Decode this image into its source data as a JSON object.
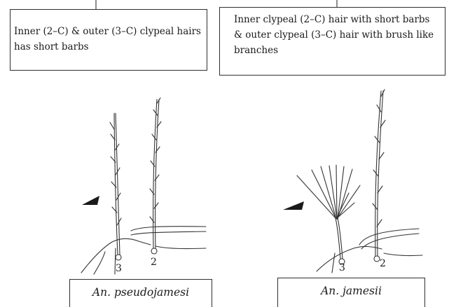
{
  "captions": {
    "left": {
      "line1": "Inner (2–C) & outer (3–C) clypeal hairs",
      "line2": "has short barbs"
    },
    "right": {
      "line1": "Inner clypeal (2–C) hair with short barbs",
      "line2": "& outer clypeal (3–C) hair with brush like",
      "line3": "branches"
    }
  },
  "species": {
    "left": "An. pseudojamesi",
    "right": "An. jamesii"
  },
  "hair_numbers": {
    "left_outer": "3",
    "left_inner": "2",
    "right_outer": "3",
    "right_inner": "2"
  },
  "colors": {
    "ink": "#2f2f2f",
    "background": "#ffffff"
  }
}
